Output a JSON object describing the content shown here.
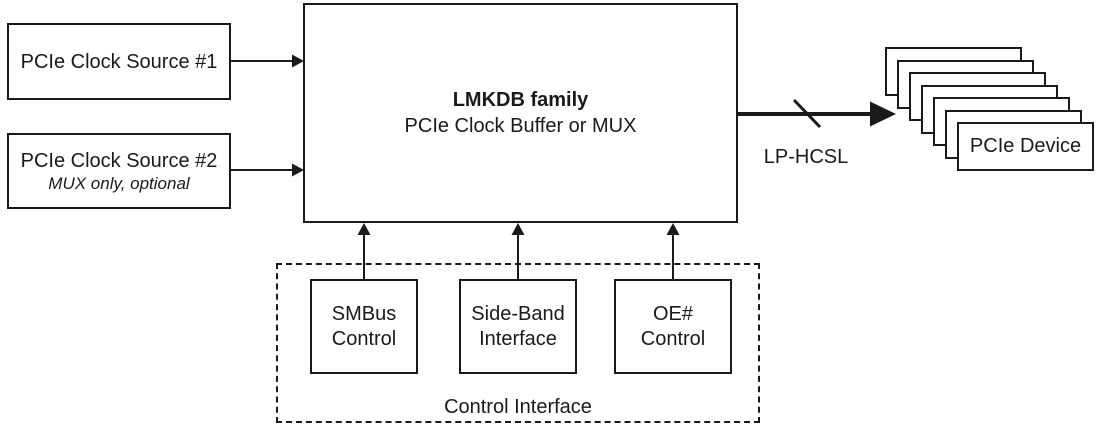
{
  "diagram": {
    "sources": [
      {
        "label": "PCIe Clock Source #1",
        "sublabel": ""
      },
      {
        "label": "PCIe Clock Source #2",
        "sublabel": "MUX only, optional"
      }
    ],
    "main_block": {
      "title": "LMKDB family",
      "subtitle": "PCIe Clock Buffer or MUX"
    },
    "output": {
      "bus_label": "LP-HCSL",
      "device_label": "PCIe Device",
      "device_count": 7
    },
    "control": {
      "group_label": "Control Interface",
      "blocks": [
        {
          "line1": "SMBus",
          "line2": "Control"
        },
        {
          "line1": "Side-Band",
          "line2": "Interface"
        },
        {
          "line1": "OE#",
          "line2": "Control"
        }
      ]
    },
    "colors": {
      "stroke": "#1a1a1a",
      "background": "#ffffff"
    }
  }
}
